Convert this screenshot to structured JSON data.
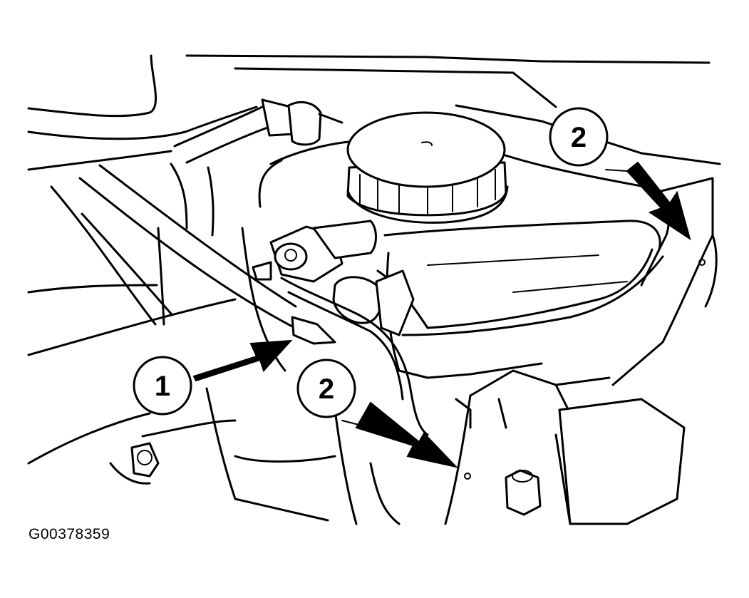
{
  "figure": {
    "code": "G00378359",
    "callouts": [
      {
        "id": "callout-1",
        "label": "1"
      },
      {
        "id": "callout-2a",
        "label": "2"
      },
      {
        "id": "callout-2b",
        "label": "2"
      }
    ]
  }
}
